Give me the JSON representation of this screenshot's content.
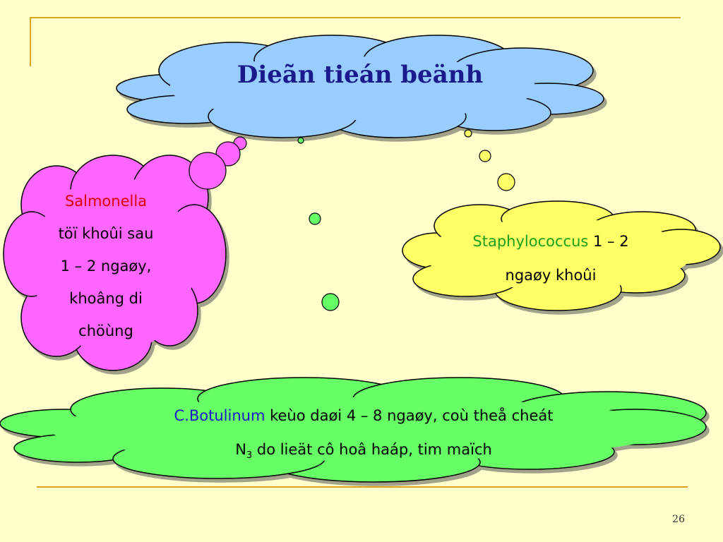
{
  "slide": {
    "title": "Dieãn tieán beänh",
    "salmonella": {
      "name": "Salmonella",
      "line1": "töï khoûi sau",
      "line2": "1 – 2 ngaøy,",
      "line3": "khoâng di",
      "line4": "chöùng"
    },
    "staph": {
      "name": "Staphylococcus",
      "tail": " 1 – 2",
      "line2": "ngaøy khoûi"
    },
    "botulinum": {
      "name": "C.Botulinum",
      "tail": " keùo daøi 4 – 8 ngaøy, coù theå cheát",
      "n": "N",
      "sub": "3",
      "line2": " do lieät cô hoâ haáp, tim maïch"
    },
    "page_number": "26"
  },
  "colors": {
    "title_cloud": "#99ccff",
    "salmonella_cloud": "#ff66ff",
    "staph_cloud": "#ffff66",
    "botulinum_cloud": "#66ff66",
    "frame_line": "#dba21c"
  }
}
